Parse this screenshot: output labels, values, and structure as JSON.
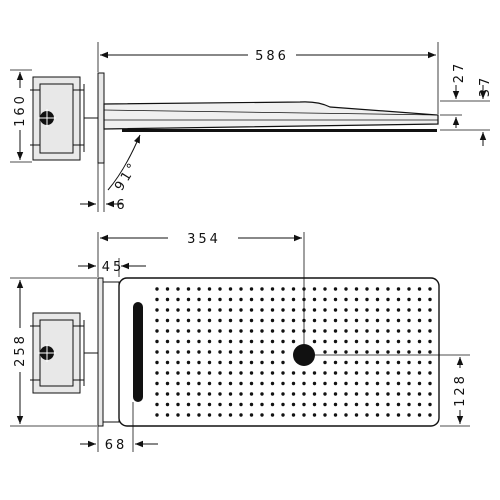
{
  "side_view": {
    "dimensions": {
      "total_length": "586",
      "height_mount": "160",
      "thickness_top": "27",
      "thickness_total": "37",
      "angle": "91°",
      "wall_offset": "6"
    }
  },
  "top_view": {
    "dimensions": {
      "center_distance": "354",
      "mount_offset": "45",
      "width": "258",
      "center_height": "128",
      "bottom_offset": "68"
    }
  }
}
